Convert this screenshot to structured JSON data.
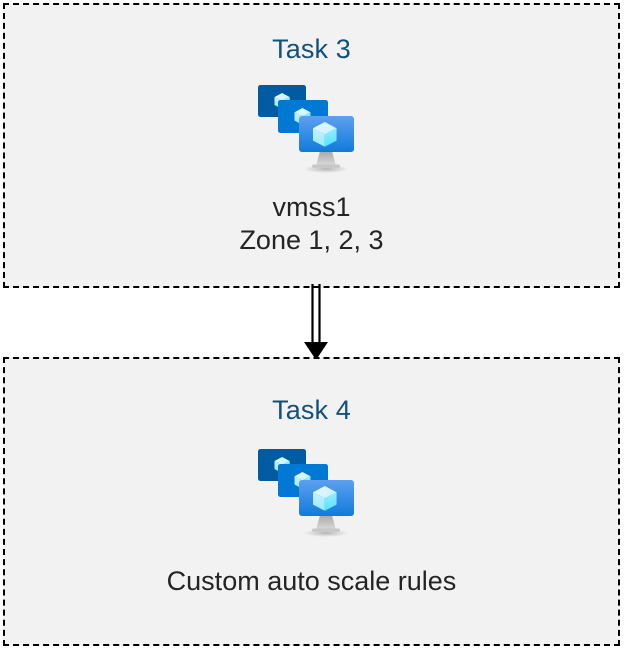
{
  "diagram": {
    "background_color": "#ffffff",
    "box_fill_color": "#f2f2f2",
    "box_border_color": "#000000",
    "title_color": "#12507e",
    "caption_color": "#242424",
    "connector_color": "#000000"
  },
  "boxes": [
    {
      "id": "task-3",
      "title": "Task 3",
      "icon": "azure-vm-scale-set-icon",
      "caption_line_1": "vmss1",
      "caption_line_2": "Zone 1, 2, 3"
    },
    {
      "id": "task-4",
      "title": "Task 4",
      "icon": "azure-vm-scale-set-icon",
      "caption_line_1": "Custom auto scale rules",
      "caption_line_2": ""
    }
  ],
  "connector": {
    "name": "arrow-down",
    "from": "Task 3",
    "to": "Task 4",
    "style": "double-line-with-solid-arrowhead"
  },
  "icon_colors": {
    "screen_back": "#005ba1",
    "screen_middle": "#0078d4",
    "screen_front_top": "#5ea0ef",
    "screen_front_bottom": "#0f7bdb",
    "cube_light": "#c3f1ff",
    "cube_mid": "#9bebff",
    "cube_dark": "#50e6ff",
    "stand": "#b3b3b3"
  }
}
